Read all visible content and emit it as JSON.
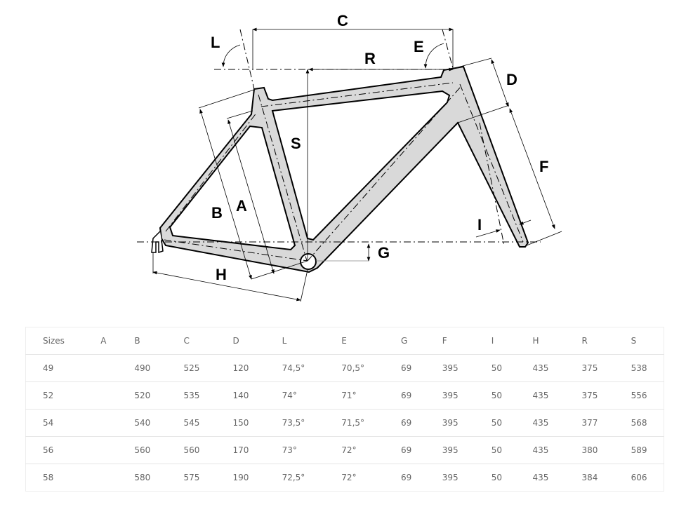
{
  "diagram": {
    "labels": {
      "C": "C",
      "L": "L",
      "E": "E",
      "R": "R",
      "D": "D",
      "S": "S",
      "F": "F",
      "B": "B",
      "A": "A",
      "I": "I",
      "G": "G",
      "H": "H"
    }
  },
  "table": {
    "headers": [
      "Sizes",
      "A",
      "B",
      "C",
      "D",
      "L",
      "E",
      "G",
      "F",
      "I",
      "H",
      "R",
      "S"
    ],
    "rows": [
      [
        "49",
        "",
        "490",
        "525",
        "120",
        "74,5°",
        "70,5°",
        "69",
        "395",
        "50",
        "435",
        "375",
        "538"
      ],
      [
        "52",
        "",
        "520",
        "535",
        "140",
        "74°",
        "71°",
        "69",
        "395",
        "50",
        "435",
        "375",
        "556"
      ],
      [
        "54",
        "",
        "540",
        "545",
        "150",
        "73,5°",
        "71,5°",
        "69",
        "395",
        "50",
        "435",
        "377",
        "568"
      ],
      [
        "56",
        "",
        "560",
        "560",
        "170",
        "73°",
        "72°",
        "69",
        "395",
        "50",
        "435",
        "380",
        "589"
      ],
      [
        "58",
        "",
        "580",
        "575",
        "190",
        "72,5°",
        "72°",
        "69",
        "395",
        "50",
        "435",
        "384",
        "606"
      ]
    ]
  }
}
